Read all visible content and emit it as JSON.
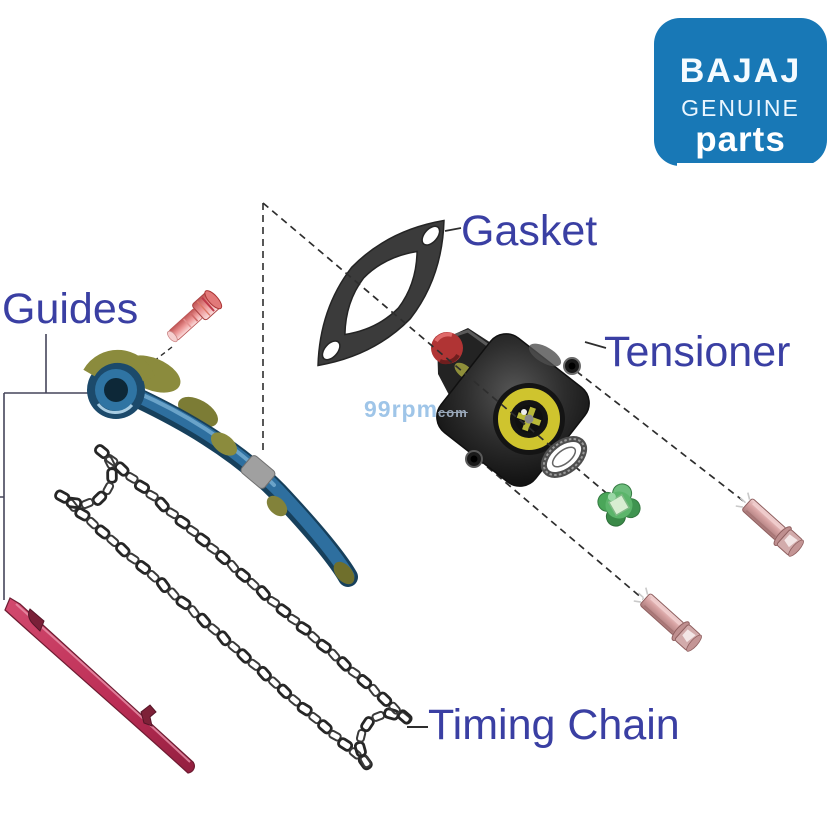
{
  "canvas": {
    "background": "#ffffff"
  },
  "logo": {
    "brand": "BAJAJ",
    "genuine": "GENUINE",
    "parts": "parts",
    "background_color": "#1878b6",
    "text_color": "#ffffff"
  },
  "labels": {
    "guides": "Guides",
    "gasket": "Gasket",
    "tensioner": "Tensioner",
    "timing_chain": "Timing Chain",
    "color": "#3a3fa3"
  },
  "watermark": {
    "brand": "99rpm",
    "tld": "com",
    "color": "#9fc5e8"
  },
  "colors": {
    "gasket_dark": "#3b3b3b",
    "tensioner_body": "#262626",
    "tensioner_ring_yellow": "#cfc42e",
    "tensioner_cap_red": "#b03434",
    "guide_arm_blue": "#2e6f9f",
    "guide_arm_olive": "#8b8b3d",
    "guide_blade_red": "#bb2d55",
    "pin_pink": "#e88585",
    "bolt_pink": "#d7a2a2",
    "plug_green": "#5cb56b",
    "washer_gray": "#8a8a8a",
    "chain_dark": "#2c2c2c",
    "connector_line": "#2e2e2e"
  }
}
